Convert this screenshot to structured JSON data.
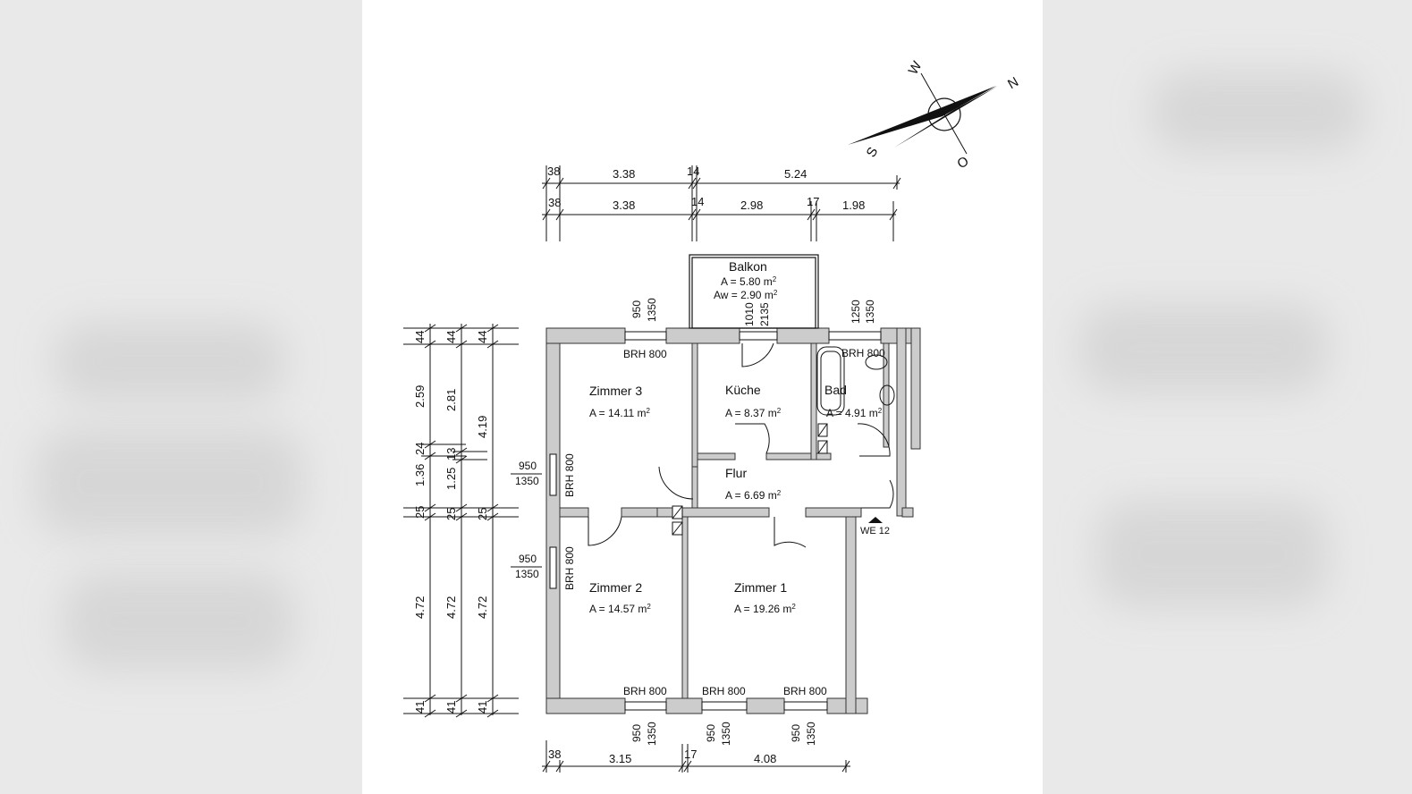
{
  "compass": {
    "north": "N",
    "south": "S",
    "west": "W",
    "east": "O"
  },
  "top_dims": {
    "row1": [
      "38",
      "3.38",
      "14",
      "5.24"
    ],
    "row2": [
      "38",
      "3.38",
      "14",
      "2.98",
      "17",
      "1.98"
    ]
  },
  "bottom_dims": [
    "38",
    "3.15",
    "17",
    "4.08"
  ],
  "left_dims": {
    "col1": [
      "44",
      "2.59",
      "24",
      "1.36",
      "25",
      "4.72",
      "41"
    ],
    "col2": [
      "44",
      "2.81",
      "13",
      "1.25",
      "25",
      "4.72",
      "41"
    ],
    "col3": [
      "44",
      "4.19",
      "25",
      "4.72",
      "41"
    ]
  },
  "rooms": {
    "balkon": {
      "name": "Balkon",
      "area": "A = 5.80 m",
      "area2": "Aw = 2.90 m"
    },
    "zimmer3": {
      "name": "Zimmer 3",
      "area": "A = 14.11 m"
    },
    "kueche": {
      "name": "Küche",
      "area": "A = 8.37 m"
    },
    "bad": {
      "name": "Bad",
      "area": "A = 4.91 m"
    },
    "flur": {
      "name": "Flur",
      "area": "A = 6.69 m"
    },
    "zimmer2": {
      "name": "Zimmer 2",
      "area": "A = 14.57 m"
    },
    "zimmer1": {
      "name": "Zimmer 1",
      "area": "A = 19.26 m"
    }
  },
  "area_unit_sup": "2",
  "windows": {
    "brh": "BRH 800",
    "w950": "950",
    "w1350": "1350",
    "w1010": "1010",
    "w2135": "2135",
    "w1250": "1250"
  },
  "entrance": "WE 12"
}
